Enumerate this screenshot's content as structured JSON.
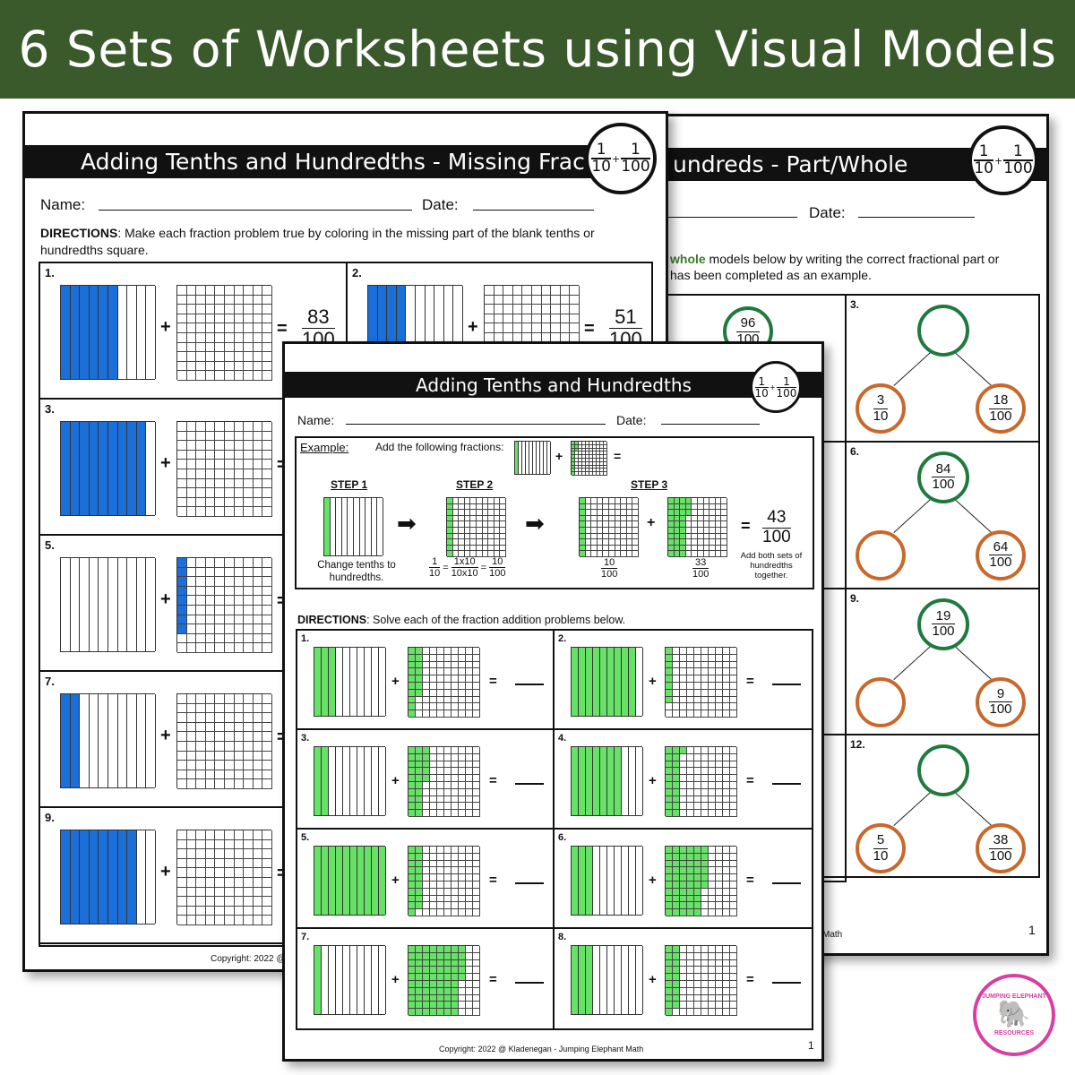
{
  "banner": {
    "title": "6 Sets of Worksheets using Visual Models"
  },
  "logo": {
    "n1": "1",
    "d1": "10",
    "plus": "+",
    "n2": "1",
    "d2": "100"
  },
  "right_sheet": {
    "title": "undreds - Part/Whole",
    "date_label": "Date:",
    "directions_l1_bold": "whole",
    "directions_l1_rest": " models below by writing the correct fractional part or",
    "directions_l2": "has been completed as an example.",
    "footer": "Math",
    "page": "1",
    "problems": [
      {
        "num": "",
        "top": {
          "n": "96",
          "d": "100"
        }
      },
      {
        "num": "3.",
        "top": null,
        "left": {
          "n": "3",
          "d": "10"
        },
        "right": {
          "n": "18",
          "d": "100"
        }
      },
      {
        "num": "6.",
        "top": {
          "n": "84",
          "d": "100"
        },
        "left": null,
        "right": {
          "n": "64",
          "d": "100"
        }
      },
      {
        "num": "9.",
        "top": {
          "n": "19",
          "d": "100"
        },
        "left": null,
        "right": {
          "n": "9",
          "d": "100"
        }
      },
      {
        "num": "12.",
        "top": null,
        "left": {
          "n": "5",
          "d": "10"
        },
        "right": {
          "n": "38",
          "d": "100"
        }
      }
    ]
  },
  "left_sheet": {
    "title": "Adding Tenths and Hundredths - Missing Fraction",
    "name_label": "Name:",
    "date_label": "Date:",
    "directions_bold": "DIRECTIONS",
    "directions_l1": ": Make each fraction problem true by coloring in the missing part of the blank tenths or",
    "directions_l2": "hundredths square.",
    "footer": "Copyright: 2022 @",
    "problems": [
      {
        "num": "1.",
        "tenths": 6,
        "answer": {
          "n": "83",
          "d": "100"
        }
      },
      {
        "num": "2.",
        "tenths": 4,
        "answer": {
          "n": "51",
          "d": "100"
        }
      },
      {
        "num": "3.",
        "tenths": 9
      },
      {
        "num": "5.",
        "tenths": 0,
        "hundredths": 8
      },
      {
        "num": "7.",
        "tenths": 2
      },
      {
        "num": "9.",
        "tenths": 8
      }
    ]
  },
  "front_sheet": {
    "title": "Adding Tenths and Hundredths",
    "name_label": "Name:",
    "date_label": "Date:",
    "example_label": "Example:",
    "example_text": "Add the following fractions:",
    "steps": [
      "STEP 1",
      "STEP 2",
      "STEP 3"
    ],
    "step1_caption": "Change tenths to hundredths.",
    "step2_eq": {
      "f1": {
        "n": "1",
        "d": "10"
      },
      "f2": {
        "n": "1x10",
        "d": "10x10"
      },
      "f3": {
        "n": "10",
        "d": "100"
      }
    },
    "step3_f1": {
      "n": "10",
      "d": "100"
    },
    "step3_f2": {
      "n": "33",
      "d": "100"
    },
    "result": {
      "n": "43",
      "d": "100"
    },
    "result_caption": "Add both sets of hundredths together.",
    "directions_bold": "DIRECTIONS",
    "directions_text": ": Solve each of the fraction addition problems below.",
    "footer": "Copyright: 2022 @ Kladenegan -  Jumping Elephant Math",
    "page": "1",
    "problems": [
      {
        "num": "1.",
        "tenths": 3,
        "hundredths": 17
      },
      {
        "num": "2.",
        "tenths": 9,
        "hundredths": 8
      },
      {
        "num": "3.",
        "tenths": 2,
        "hundredths": 25
      },
      {
        "num": "4.",
        "tenths": 7,
        "hundredths": 21
      },
      {
        "num": "5.",
        "tenths": 10,
        "hundredths": 19
      },
      {
        "num": "6.",
        "tenths": 3,
        "hundredths": 56
      },
      {
        "num": "7.",
        "tenths": 1,
        "hundredths": 75
      },
      {
        "num": "8.",
        "tenths": 3,
        "hundredths": 19
      }
    ]
  },
  "badge": {
    "top": "JUMPING ELEPHANT",
    "bottom": "RESOURCES"
  },
  "colors": {
    "banner": "#3a5a2b",
    "blue": "#1a6fd8",
    "green": "#66e266",
    "brown": "#c9682b",
    "dgreen": "#1f7a3d",
    "pink": "#d93fa3"
  }
}
